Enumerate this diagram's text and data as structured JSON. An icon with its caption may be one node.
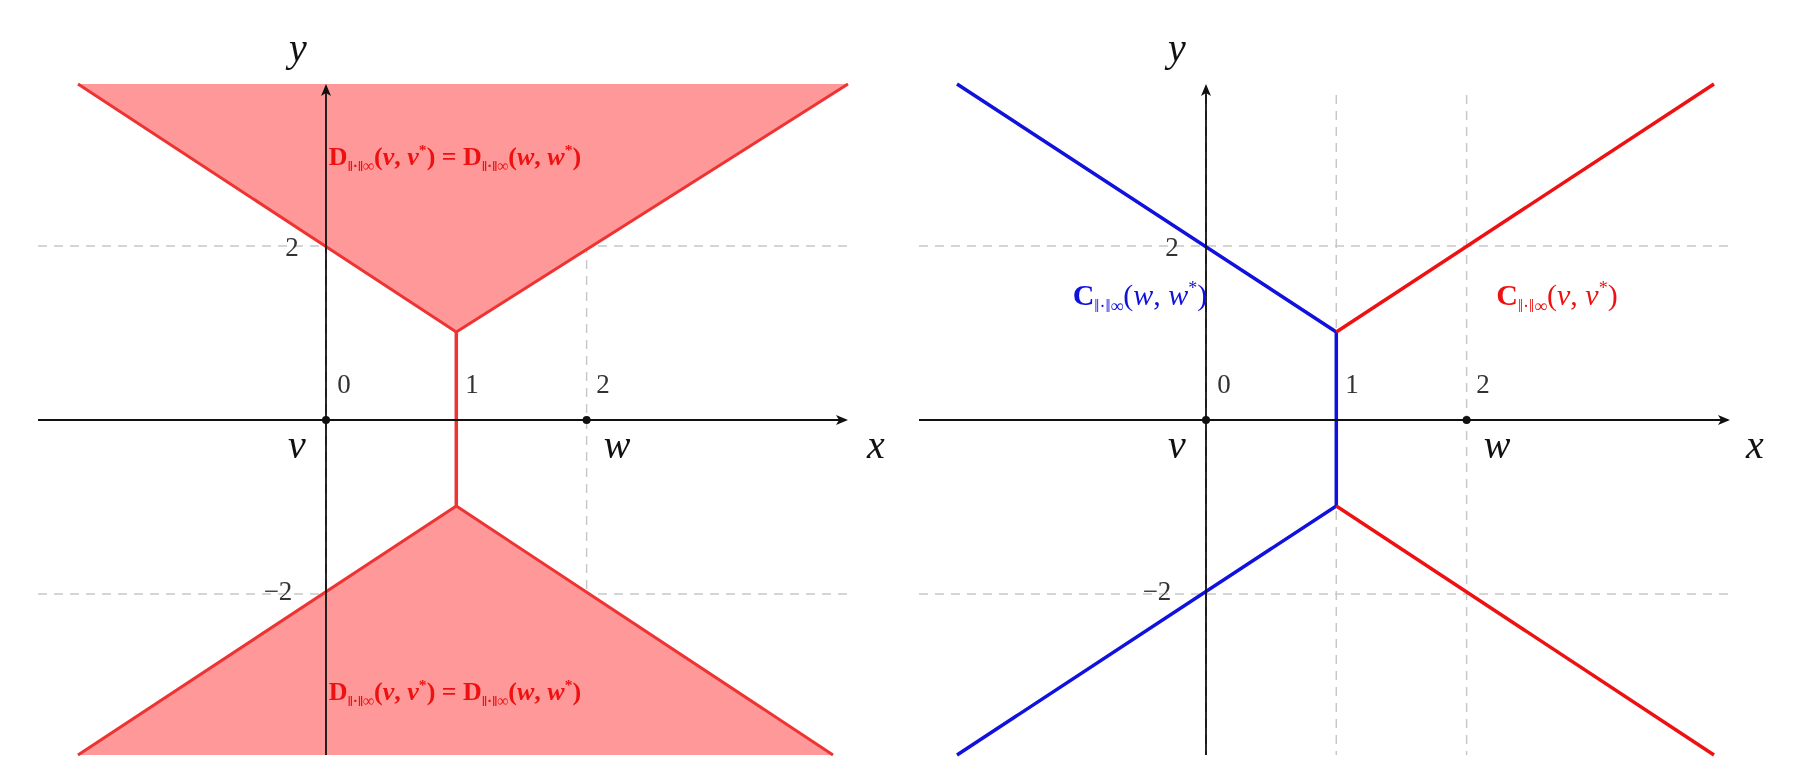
{
  "diagram": {
    "labels": [
      "y",
      "D$_{‖·‖∞}$(*v*, *v*$^{*}$) = D$_{‖·‖∞}$(*w*, *w*$^{*}$)",
      "2",
      "0",
      "1",
      "2",
      "v",
      "w",
      "x",
      "−2",
      "D$_{‖·‖∞}$(*v*, *v*$^{*}$) = D$_{‖·‖∞}$(*w*, *w*$^{*}$)",
      "y",
      "2",
      "**C**$_{‖·‖∞}$(*w*, *w*$^{*}$)",
      "**C**$_{‖·‖∞}$(*v*, *v*$^{*}$)",
      "0",
      "1",
      "2",
      "v",
      "w",
      "x",
      "−2"
    ]
  }
}
